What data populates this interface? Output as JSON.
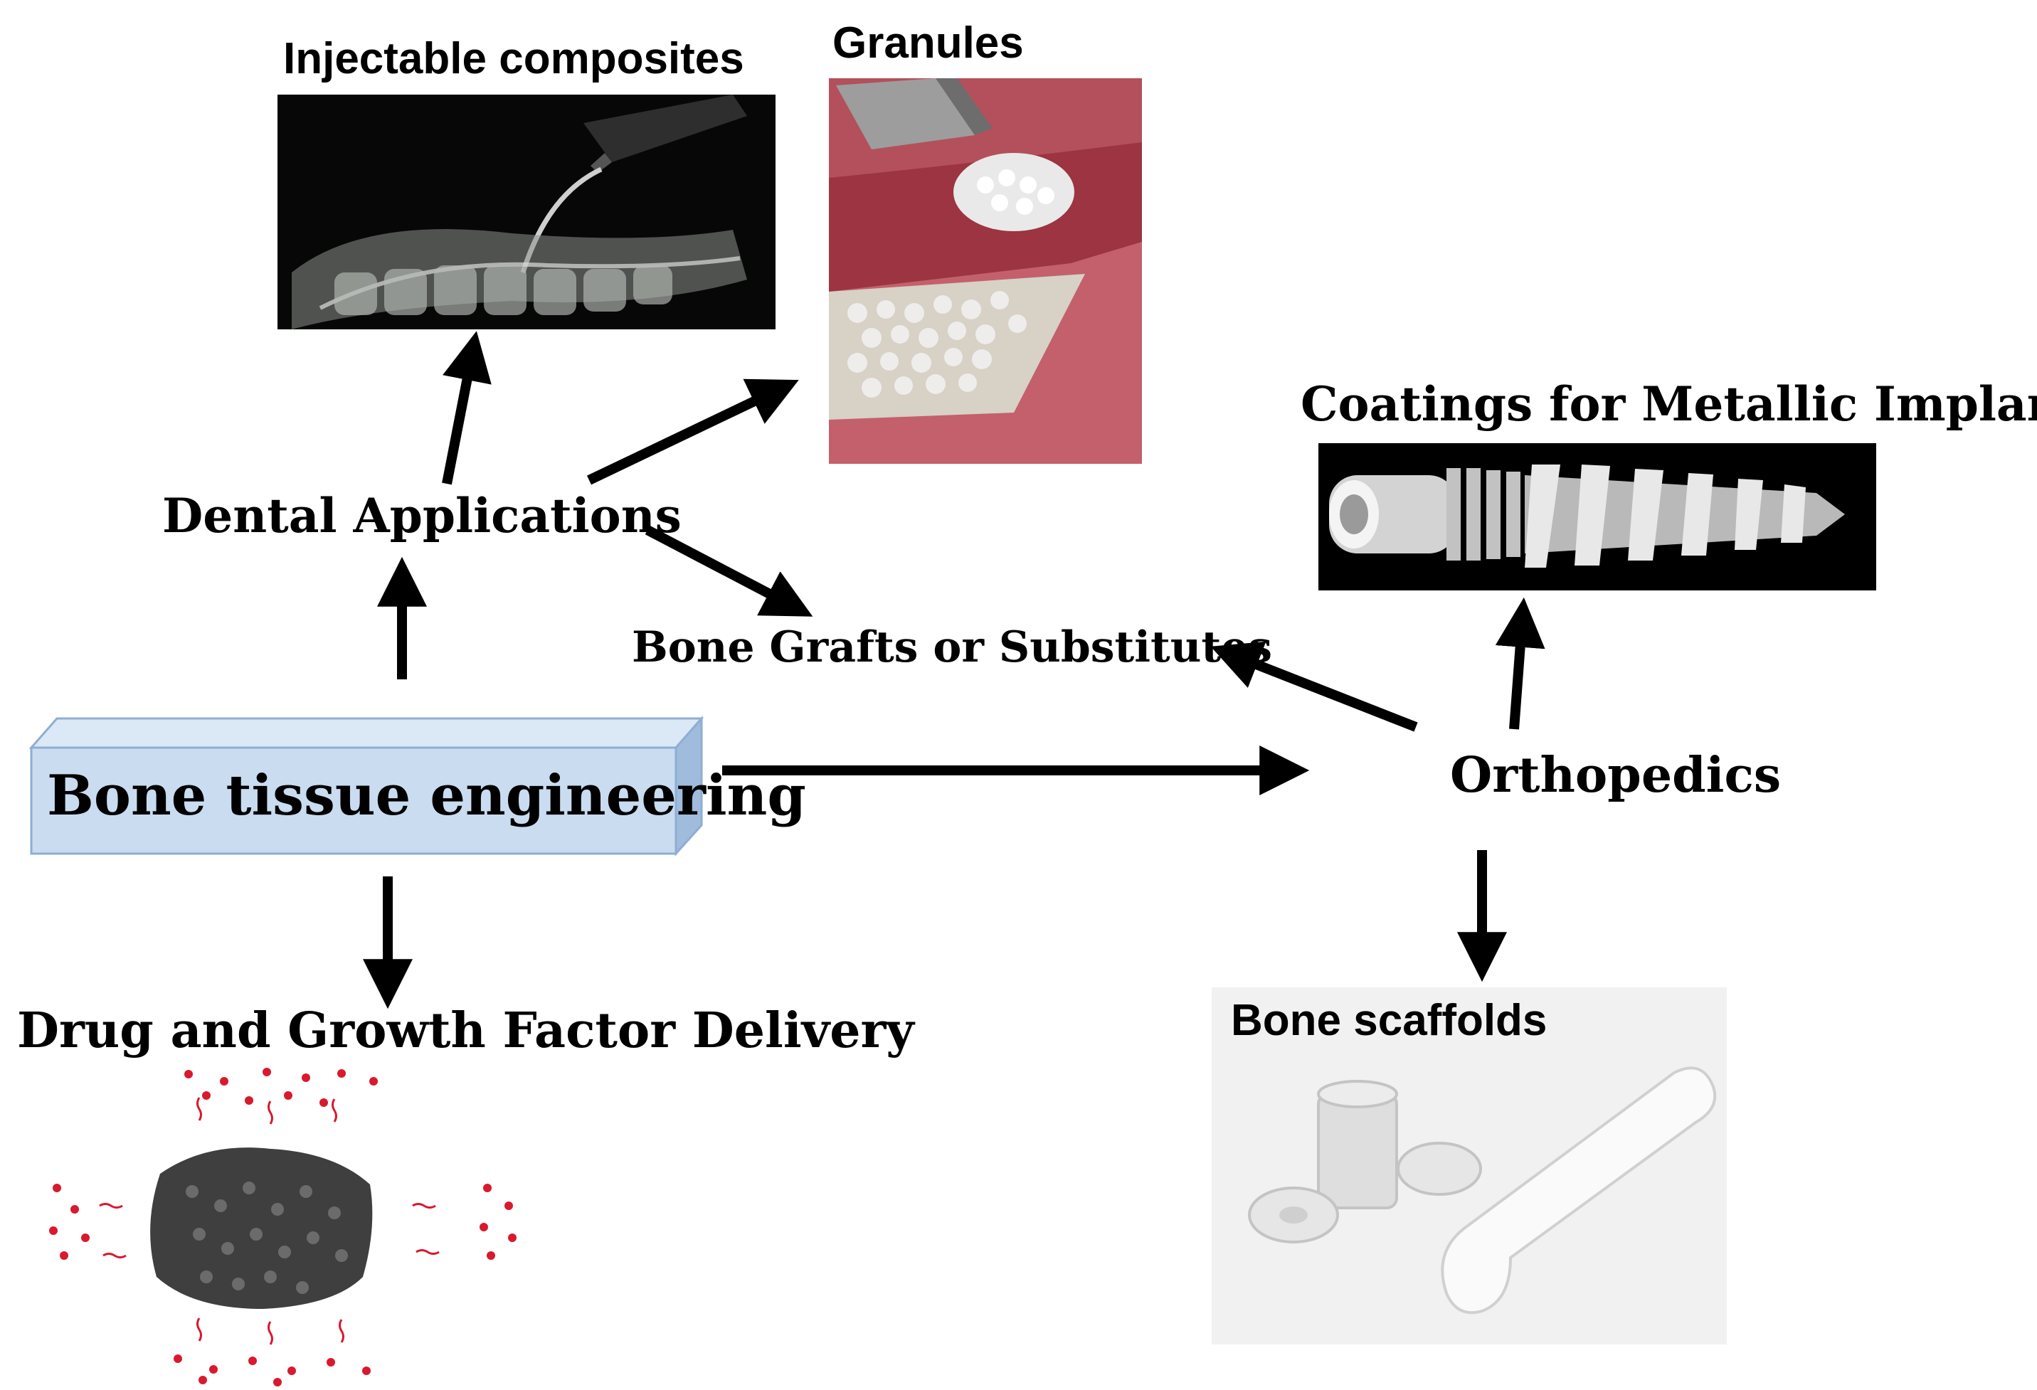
{
  "diagram": {
    "center": {
      "label": "Bone tissue engineering"
    },
    "branches": {
      "dental": {
        "label": "Dental Applications",
        "children": {
          "injectable": {
            "label": "Injectable composites"
          },
          "granules": {
            "label": "Granules"
          }
        }
      },
      "grafts": {
        "label": "Bone Grafts or Substitutes"
      },
      "orthopedics": {
        "label": "Orthopedics",
        "children": {
          "coatings": {
            "label": "Coatings for Metallic Implants"
          },
          "scaffolds": {
            "label": "Bone scaffolds"
          }
        }
      },
      "delivery": {
        "label": "Drug and Growth Factor Delivery"
      }
    }
  },
  "colors": {
    "box_fill": "#c9dcf0",
    "box_edge": "#8eaed3",
    "arrow": "#000000",
    "particle": "#d9192e"
  }
}
